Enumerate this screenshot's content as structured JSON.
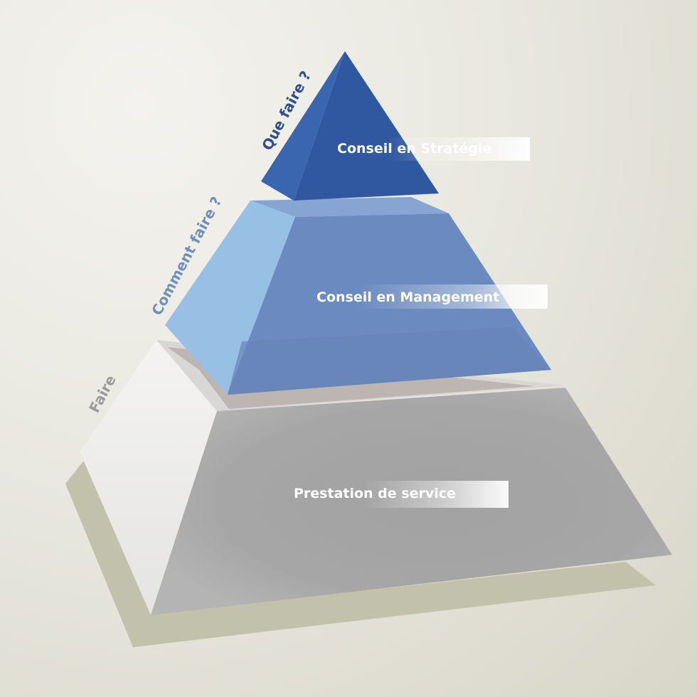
{
  "diagram": {
    "type": "pyramid",
    "levels": [
      {
        "id": "top",
        "label": "Conseil en Stratégie",
        "side_question": "Que faire ?",
        "colors": {
          "front": "#2f58a0",
          "left": "#3a66b0",
          "question": "#2d4f8f"
        }
      },
      {
        "id": "middle",
        "label": "Conseil en Management",
        "side_question": "Comment faire ?",
        "colors": {
          "front": "#6b8bc0",
          "left": "#98bfe4",
          "top": "#86a5d2",
          "question": "#6f8fbf"
        }
      },
      {
        "id": "bottom",
        "label": "Prestation de service",
        "side_question": "Faire",
        "colors": {
          "front": "#a8a8a8",
          "left": "#ececec",
          "top": "#bdb5b2",
          "shadow": "#c2c2ab",
          "question": "#9b9b9b"
        }
      }
    ]
  }
}
